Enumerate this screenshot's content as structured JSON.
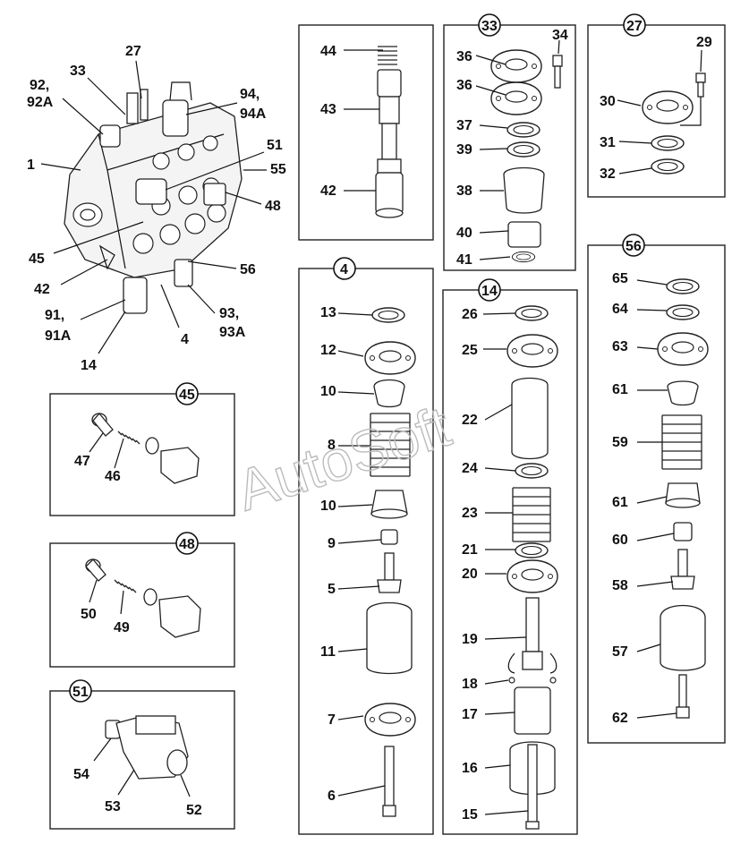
{
  "watermark": "AutoSoft",
  "groups": [
    {
      "id": "g33",
      "badge": "33"
    },
    {
      "id": "g27",
      "badge": "27"
    },
    {
      "id": "g4",
      "badge": "4"
    },
    {
      "id": "g14",
      "badge": "14"
    },
    {
      "id": "g56",
      "badge": "56"
    },
    {
      "id": "g45",
      "badge": "45"
    },
    {
      "id": "g48",
      "badge": "48"
    },
    {
      "id": "g51",
      "badge": "51"
    }
  ],
  "labels": {
    "l1": "1",
    "l27": "27",
    "l33": "33",
    "l92": "92,",
    "l92A": "92A",
    "l94": "94,",
    "l94A": "94A",
    "l51": "51",
    "l55": "55",
    "l48": "48",
    "l45": "45",
    "l42": "42",
    "l56": "56",
    "l91": "91,",
    "l91A": "91A",
    "l4": "4",
    "l93": "93,",
    "l93A": "93A",
    "l14": "14",
    "l44": "44",
    "l43": "43",
    "l42b": "42",
    "l34": "34",
    "l36a": "36",
    "l36b": "36",
    "l37": "37",
    "l39": "39",
    "l38": "38",
    "l40": "40",
    "l41": "41",
    "l29": "29",
    "l30": "30",
    "l31": "31",
    "l32": "32",
    "l13": "13",
    "l12": "12",
    "l10a": "10",
    "l8": "8",
    "l10b": "10",
    "l9": "9",
    "l5": "5",
    "l11": "11",
    "l7": "7",
    "l6": "6",
    "l26": "26",
    "l25": "25",
    "l22": "22",
    "l24": "24",
    "l23": "23",
    "l21": "21",
    "l20": "20",
    "l19": "19",
    "l18": "18",
    "l17": "17",
    "l16": "16",
    "l15": "15",
    "l65": "65",
    "l64": "64",
    "l63": "63",
    "l61a": "61",
    "l59": "59",
    "l61b": "61",
    "l60": "60",
    "l58": "58",
    "l57": "57",
    "l62": "62",
    "l47": "47",
    "l46": "46",
    "l50": "50",
    "l49": "49",
    "l54": "54",
    "l53": "53",
    "l52": "52"
  }
}
